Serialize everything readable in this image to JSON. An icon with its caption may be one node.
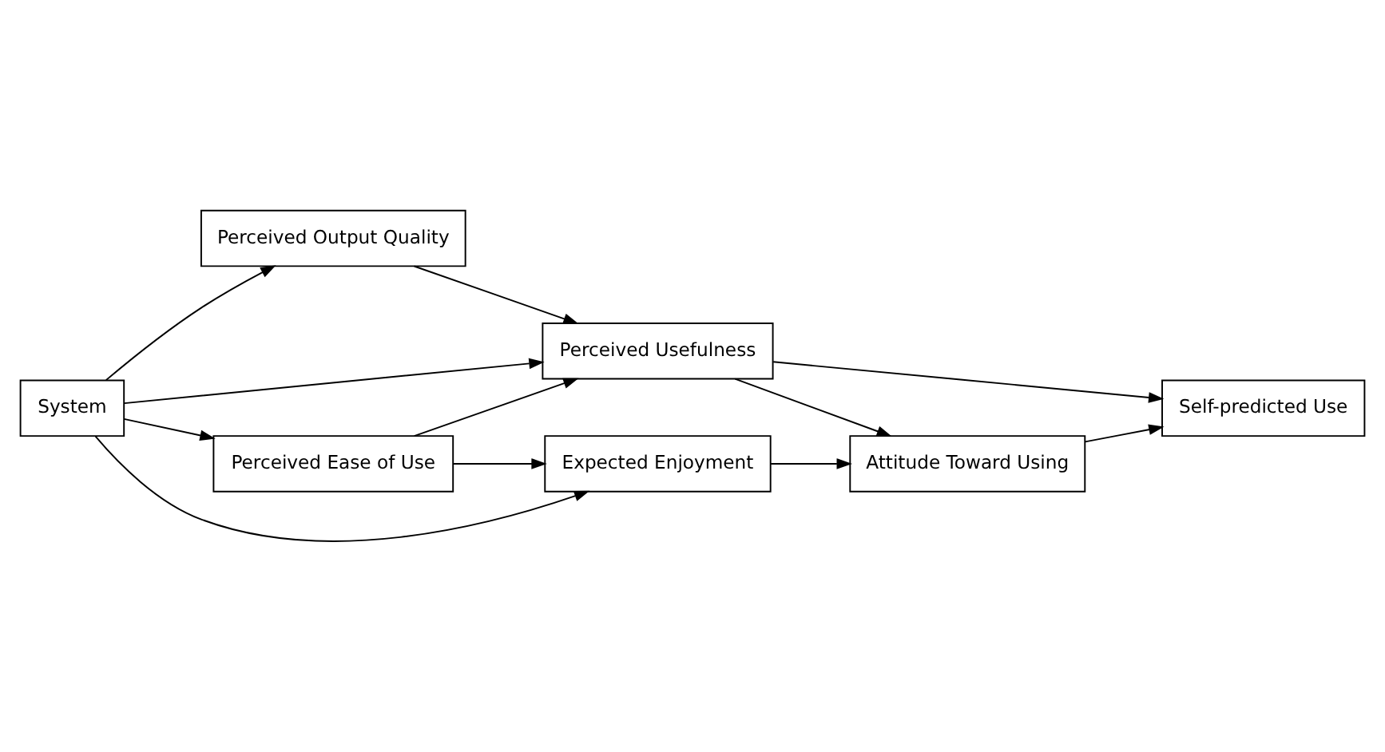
{
  "diagram": {
    "nodes": [
      {
        "text": [
          "System"
        ]
      },
      {
        "text": [
          "Perceived Output Quality"
        ]
      },
      {
        "text": [
          "Perceived Usefulness"
        ]
      },
      {
        "text": [
          "Perceived Ease of Use"
        ]
      },
      {
        "text": [
          "Expected Enjoyment"
        ]
      },
      {
        "text": [
          "Attitude Toward Using"
        ]
      },
      {
        "text": [
          "Self-predicted Use"
        ]
      }
    ],
    "edges": [
      {
        "from": 0,
        "to": 1,
        "arrow": "to"
      },
      {
        "from": 0,
        "to": 2,
        "arrow": "to"
      },
      {
        "from": 0,
        "to": 3,
        "arrow": "to"
      },
      {
        "from": 0,
        "to": 4,
        "arrow": "to"
      },
      {
        "from": 1,
        "to": 2,
        "arrow": "to"
      },
      {
        "from": 3,
        "to": 2,
        "arrow": "to"
      },
      {
        "from": 3,
        "to": 4,
        "arrow": "to"
      },
      {
        "from": 2,
        "to": 5,
        "arrow": "to"
      },
      {
        "from": 2,
        "to": 6,
        "arrow": "to"
      },
      {
        "from": 4,
        "to": 5,
        "arrow": "to"
      },
      {
        "from": 5,
        "to": 6,
        "arrow": "to"
      }
    ]
  }
}
